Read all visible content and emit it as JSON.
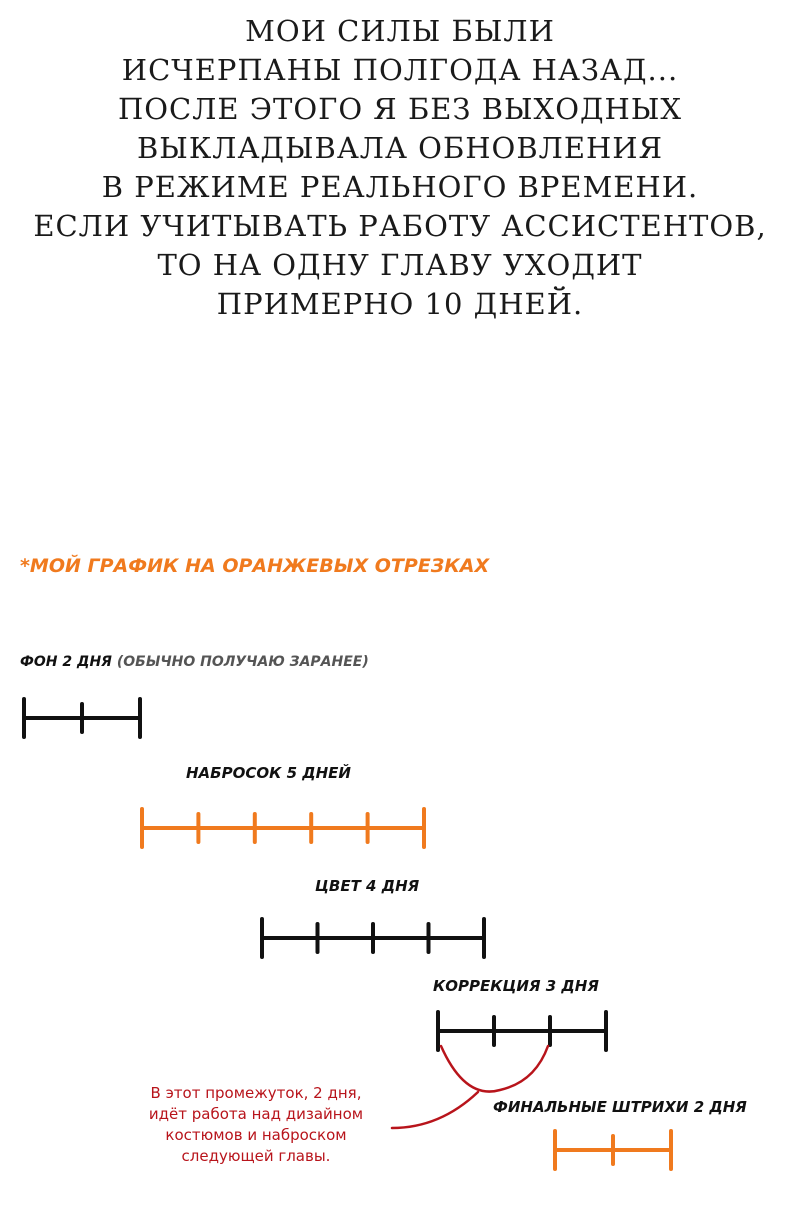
{
  "intro": {
    "lines": [
      "МОИ СИЛЫ БЫЛИ",
      "ИСЧЕРПАНЫ ПОЛГОДА НАЗАД...",
      "ПОСЛЕ ЭТОГО Я БЕЗ ВЫХОДНЫХ",
      "ВЫКЛАДЫВАЛА ОБНОВЛЕНИЯ",
      "В РЕЖИМЕ РЕАЛЬНОГО ВРЕМЕНИ.",
      "ЕСЛИ УЧИТЫВАТЬ РАБОТУ АССИСТЕНТОВ,",
      "ТО НА ОДНУ ГЛАВУ УХОДИТ",
      "ПРИМЕРНО 10 ДНЕЙ."
    ]
  },
  "schedule_note": "*МОЙ ГРАФИК НА ОРАНЖЕВЫХ ОТРЕЗКАХ",
  "stages": [
    {
      "label": "ФОН 2 ДНЯ",
      "aside": "(ОБЫЧНО ПОЛУЧАЮ ЗАРАНЕЕ)",
      "days": 2,
      "color": "#111111"
    },
    {
      "label": "НАБРОСОК 5 ДНЕЙ",
      "days": 5,
      "color": "#f07a1e"
    },
    {
      "label": "ЦВЕТ 4 ДНЯ",
      "days": 4,
      "color": "#111111"
    },
    {
      "label": "КОРРЕКЦИЯ 3 ДНЯ",
      "days": 3,
      "color": "#111111"
    },
    {
      "label": "ФИНАЛЬНЫЕ ШТРИХИ 2 ДНЯ",
      "days": 2,
      "color": "#f07a1e"
    }
  ],
  "overlap_note": {
    "lines": [
      "В этот промежуток, 2 дня,",
      "идёт работа над дизайном",
      "костюмов и наброском",
      "следующей главы."
    ],
    "color": "#b8141b"
  },
  "colors": {
    "orange": "#f07a1e",
    "black": "#111111",
    "red": "#b8141b",
    "gray": "#555555"
  }
}
